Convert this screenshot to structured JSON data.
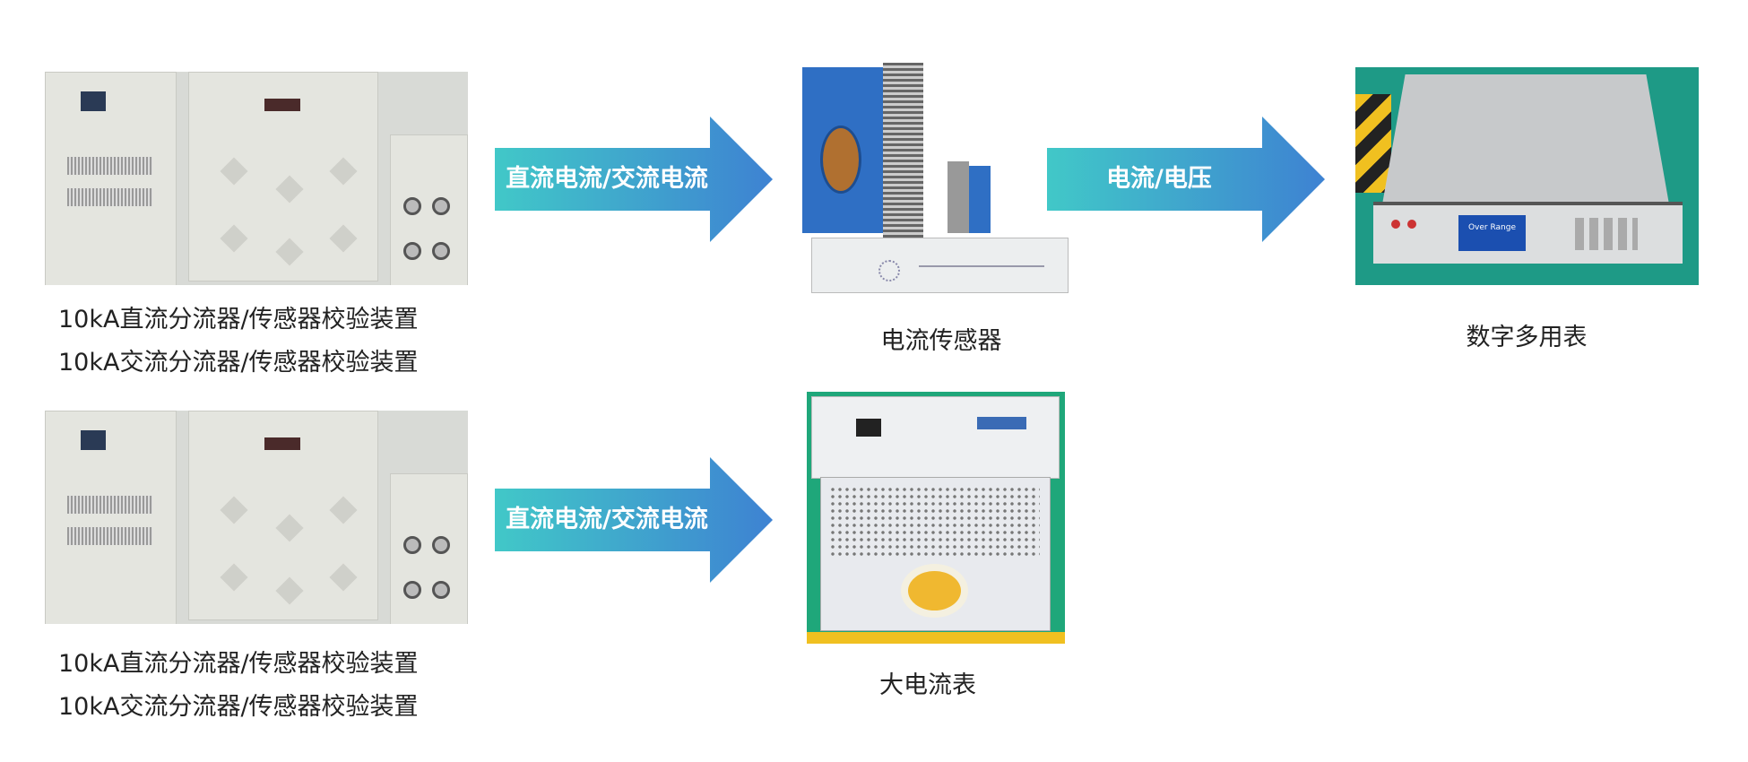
{
  "row1": {
    "source_caption_lines": [
      "10kA直流分流器/传感器校验装置",
      "10kA交流分流器/传感器校验装置"
    ],
    "arrow1_label": "直流电流/交流电流",
    "sensor_caption": "电流传感器",
    "arrow2_label": "电流/电压",
    "dmm_caption": "数字多用表",
    "dmm_screen_text": "Over Range"
  },
  "row2": {
    "source_caption_lines": [
      "10kA直流分流器/传感器校验装置",
      "10kA交流分流器/传感器校验装置"
    ],
    "arrow_label": "直流电流/交流电流",
    "meter_caption": "大电流表"
  },
  "colors": {
    "arrow_start": "#3ec6c6",
    "arrow_end": "#3f86d4",
    "sensor_blue": "#2f6fc4"
  }
}
